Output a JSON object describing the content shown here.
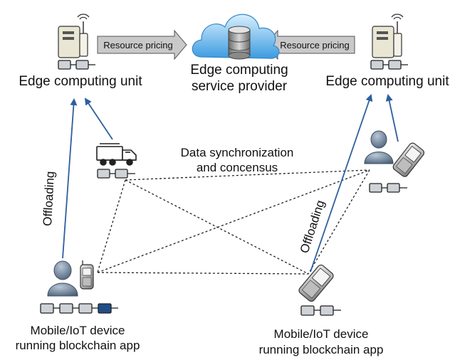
{
  "edge_unit_left": {
    "label": "Edge computing unit"
  },
  "edge_unit_right": {
    "label": "Edge computing unit"
  },
  "provider": {
    "label_line1": "Edge computing",
    "label_line2": "service provider"
  },
  "pricing_left": {
    "label": "Resource pricing"
  },
  "pricing_right": {
    "label": "Resource pricing"
  },
  "sync": {
    "line1": "Data synchronization",
    "line2": "and concensus"
  },
  "offloading_left": {
    "label": "Offloading"
  },
  "offloading_right": {
    "label": "Offloading"
  },
  "device_left": {
    "line1": "Mobile/IoT device",
    "line2": "running blockchain app"
  },
  "device_right": {
    "line1": "Mobile/IoT device",
    "line2": "running blockchain app"
  },
  "colors": {
    "arrow": "#2e5f9e",
    "block_fill": "#cfd3d8",
    "block_highlight": "#1f4e86",
    "pricing_fill": "#c9c9c9"
  }
}
